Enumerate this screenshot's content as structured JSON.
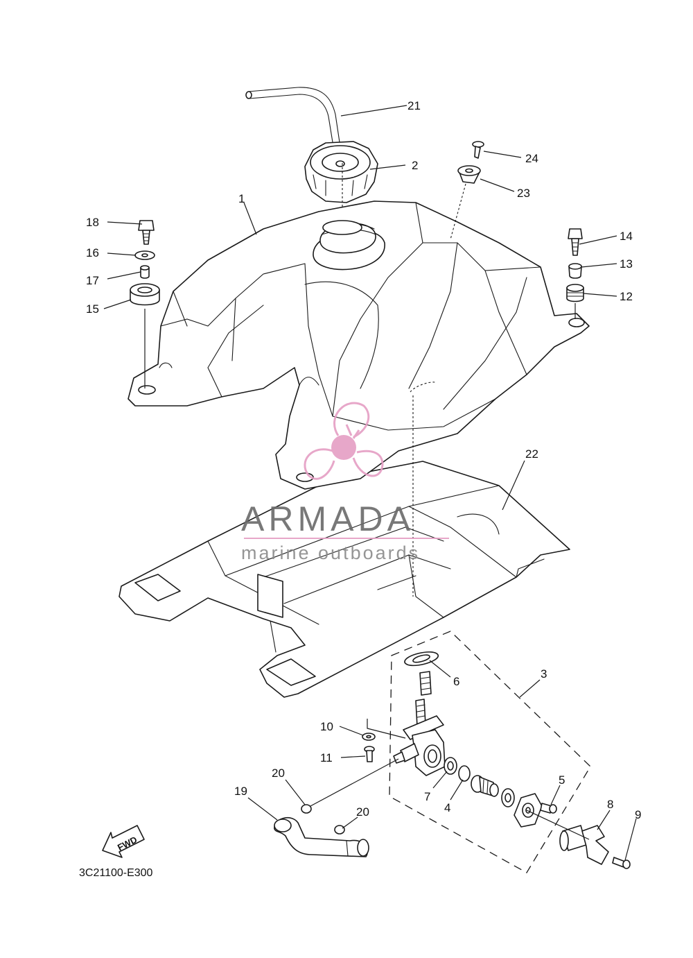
{
  "callouts": {
    "c1": "1",
    "c2": "2",
    "c3": "3",
    "c4": "4",
    "c5": "5",
    "c6": "6",
    "c7": "7",
    "c8": "8",
    "c9": "9",
    "c10": "10",
    "c11": "11",
    "c12": "12",
    "c13": "13",
    "c14": "14",
    "c15": "15",
    "c16": "16",
    "c17": "17",
    "c18": "18",
    "c19": "19",
    "c20a": "20",
    "c20b": "20",
    "c21": "21",
    "c22": "22",
    "c23": "23",
    "c24": "24"
  },
  "diagram_code": "3C21100-E300",
  "fwd_label": "FWD",
  "watermark": {
    "title": "ARMADA",
    "subtitle": "marine outboards",
    "color": "#e59ec4"
  }
}
